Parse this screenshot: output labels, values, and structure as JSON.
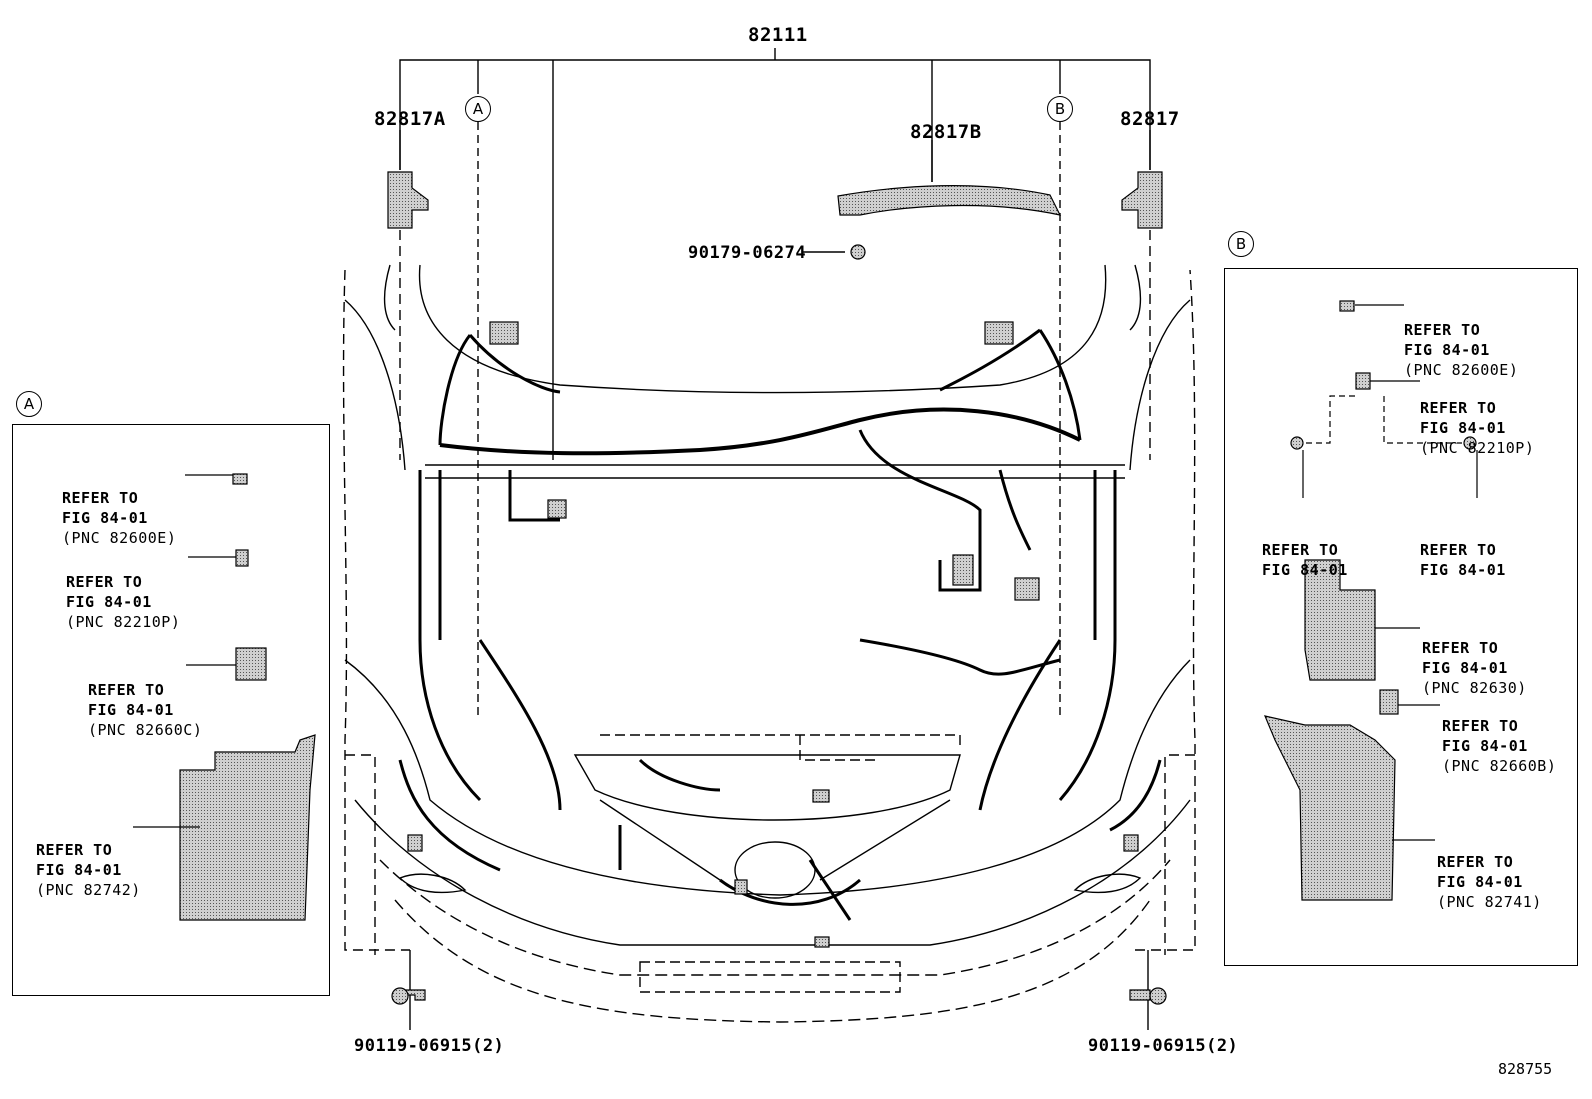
{
  "labels": {
    "harness": "82111",
    "bracket_left": "82817A",
    "bracket_center": "82817B",
    "bracket_right": "82817",
    "clip_center": "90179-06274",
    "bolt_left": "90119-06915(2)",
    "bolt_right": "90119-06915(2)",
    "figure_number": "828755"
  },
  "callouts": {
    "a_top": "A",
    "b_top": "B",
    "a_panel": "A",
    "b_panel": "B"
  },
  "panel_a": {
    "notes": [
      {
        "line1": "REFER TO",
        "line2": "FIG 84-01",
        "pnc": "(PNC 82600E)"
      },
      {
        "line1": "REFER TO",
        "line2": "FIG 84-01",
        "pnc": "(PNC 82210P)"
      },
      {
        "line1": "REFER TO",
        "line2": "FIG 84-01",
        "pnc": "(PNC 82660C)"
      },
      {
        "line1": "REFER TO",
        "line2": "FIG 84-01",
        "pnc": "(PNC 82742)"
      }
    ]
  },
  "panel_b": {
    "notes": [
      {
        "line1": "REFER TO",
        "line2": "FIG 84-01",
        "pnc": "(PNC 82600E)"
      },
      {
        "line1": "REFER TO",
        "line2": "FIG 84-01",
        "pnc": "(PNC 82210P)"
      },
      {
        "line1": "REFER TO",
        "line2": "FIG 84-01",
        "pnc": ""
      },
      {
        "line1": "REFER TO",
        "line2": "FIG 84-01",
        "pnc": ""
      },
      {
        "line1": "REFER TO",
        "line2": "FIG 84-01",
        "pnc": "(PNC 82630)"
      },
      {
        "line1": "REFER TO",
        "line2": "FIG 84-01",
        "pnc": "(PNC 82660B)"
      },
      {
        "line1": "REFER TO",
        "line2": "FIG 84-01",
        "pnc": "(PNC 82741)"
      }
    ]
  }
}
